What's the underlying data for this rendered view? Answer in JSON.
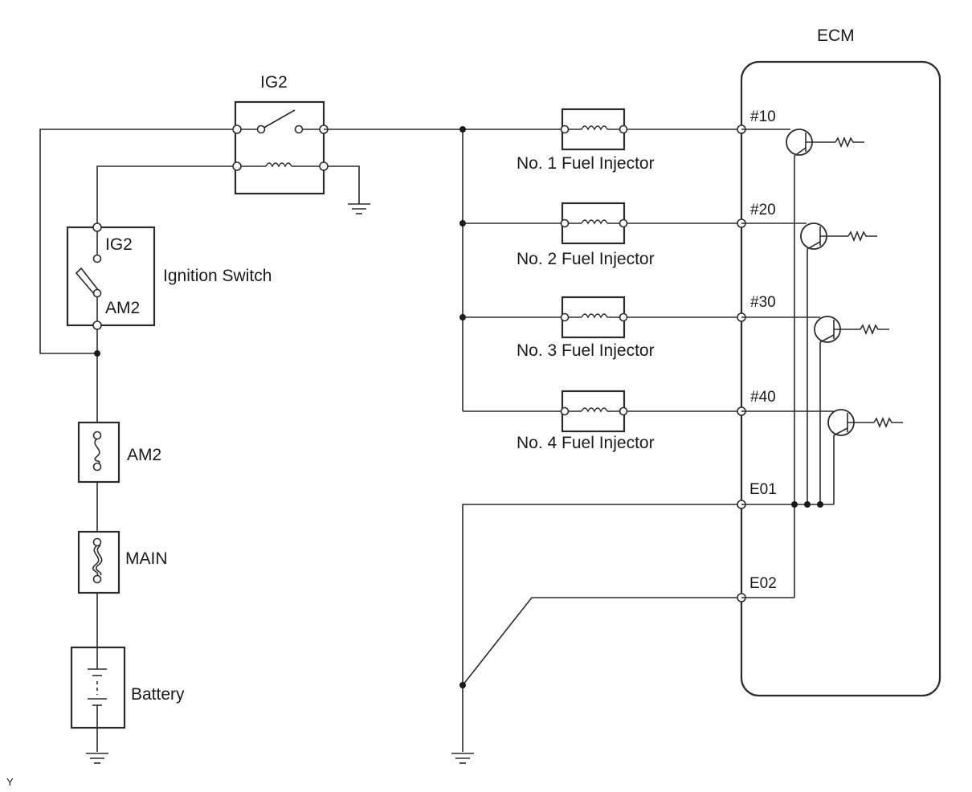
{
  "diagram": {
    "ecm_title": "ECM",
    "relay_label": "IG2",
    "ignition_switch": {
      "label": "Ignition Switch",
      "terminal_top": "IG2",
      "terminal_bottom": "AM2"
    },
    "fuses": [
      {
        "label": "AM2"
      },
      {
        "label": "MAIN"
      }
    ],
    "battery_label": "Battery",
    "injectors": [
      {
        "label": "No. 1 Fuel Injector",
        "pin": "#10"
      },
      {
        "label": "No. 2 Fuel Injector",
        "pin": "#20"
      },
      {
        "label": "No. 3 Fuel Injector",
        "pin": "#30"
      },
      {
        "label": "No. 4 Fuel Injector",
        "pin": "#40"
      }
    ],
    "ground_pins": [
      "E01",
      "E02"
    ],
    "corner_mark": "Y"
  }
}
